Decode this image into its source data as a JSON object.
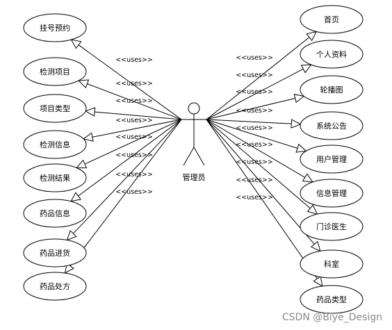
{
  "actor": {
    "label": "管理员"
  },
  "stereotype": "<<uses>>",
  "left_use_cases": [
    {
      "label": "挂号预约"
    },
    {
      "label": "检测项目"
    },
    {
      "label": "项目类型"
    },
    {
      "label": "检测信息"
    },
    {
      "label": "检测结果"
    },
    {
      "label": "药品信息"
    },
    {
      "label": "药品进货"
    },
    {
      "label": "药品处方"
    }
  ],
  "right_use_cases": [
    {
      "label": "首页"
    },
    {
      "label": "个人资料"
    },
    {
      "label": "轮播图"
    },
    {
      "label": "系统公告"
    },
    {
      "label": "用户管理"
    },
    {
      "label": "信息管理"
    },
    {
      "label": "门诊医生"
    },
    {
      "label": "科室"
    },
    {
      "label": "药品类型"
    }
  ],
  "watermark": "CSDN @Biye_Design"
}
